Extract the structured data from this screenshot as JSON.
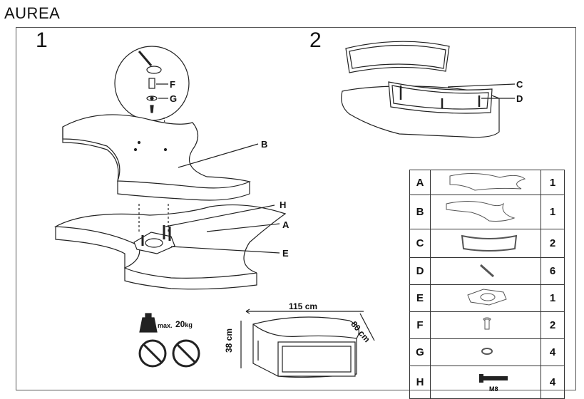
{
  "title": "AUREA",
  "steps": [
    "1",
    "2"
  ],
  "callouts": {
    "B": "B",
    "H": "H",
    "A": "A",
    "E": "E",
    "F": "F",
    "G": "G",
    "C": "C",
    "D": "D"
  },
  "parts": [
    {
      "letter": "A",
      "qty": "1",
      "icon": "top-shelf-icon"
    },
    {
      "letter": "B",
      "qty": "1",
      "icon": "lower-shelf-icon"
    },
    {
      "letter": "C",
      "qty": "2",
      "icon": "curved-panel-icon"
    },
    {
      "letter": "D",
      "qty": "6",
      "icon": "screw-icon"
    },
    {
      "letter": "E",
      "qty": "1",
      "icon": "swivel-plate-icon"
    },
    {
      "letter": "F",
      "qty": "2",
      "icon": "dowel-icon"
    },
    {
      "letter": "G",
      "qty": "4",
      "icon": "washer-icon"
    },
    {
      "letter": "H",
      "qty": "4",
      "icon": "bolt-icon"
    }
  ],
  "bolt_label": "M8",
  "load": {
    "prefix": "max.",
    "value": "20",
    "unit": "kg"
  },
  "dimensions": {
    "width": "115 cm",
    "depth": "80 cm",
    "height": "38 cm"
  }
}
